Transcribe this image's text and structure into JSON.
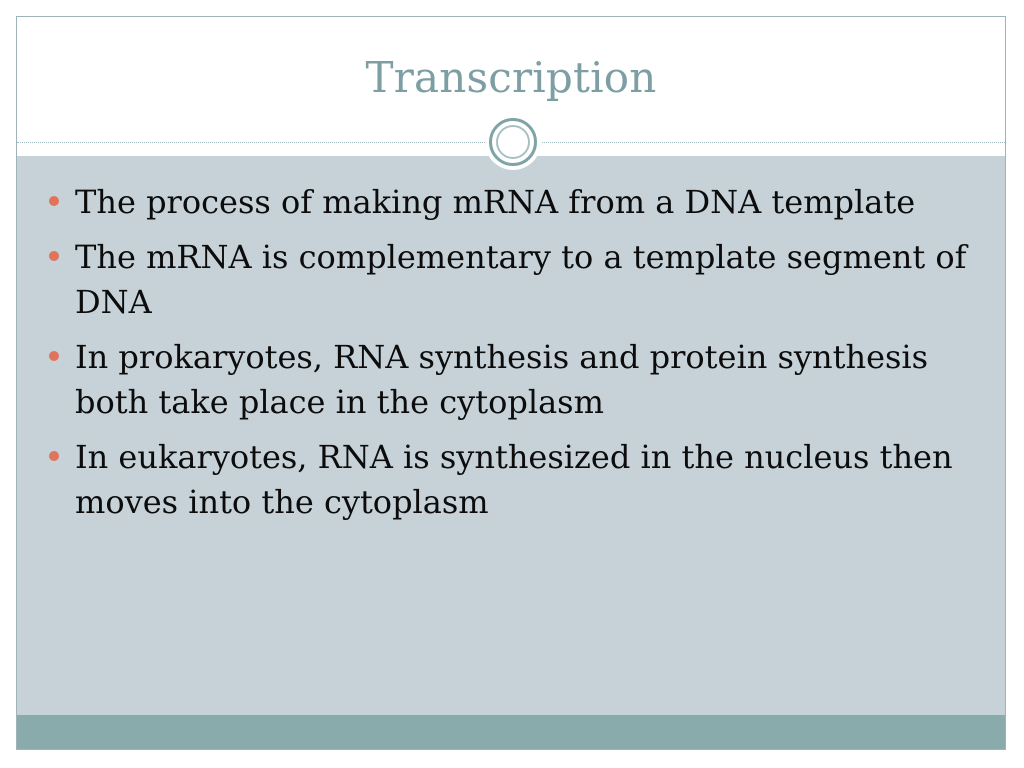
{
  "slide": {
    "title": "Transcription",
    "bullets": [
      {
        "text": "The process of making mRNA from a DNA template"
      },
      {
        "text": "The mRNA is complementary to a template segment of DNA"
      },
      {
        "text": "In prokaryotes, RNA synthesis and protein synthesis both take place in the cytoplasm"
      },
      {
        "text": "In eukaryotes, RNA is synthesized in the nucleus then moves into the cytoplasm"
      }
    ]
  },
  "colors": {
    "title": "#7d9ea3",
    "content_background": "#c6d2d8",
    "bullet": "#e0735a",
    "footer": "#8aabac",
    "ornament": "#7fa3a7"
  },
  "icons": {
    "ornament": "circle-ornament-icon",
    "bullet": "bullet-dot-icon"
  }
}
